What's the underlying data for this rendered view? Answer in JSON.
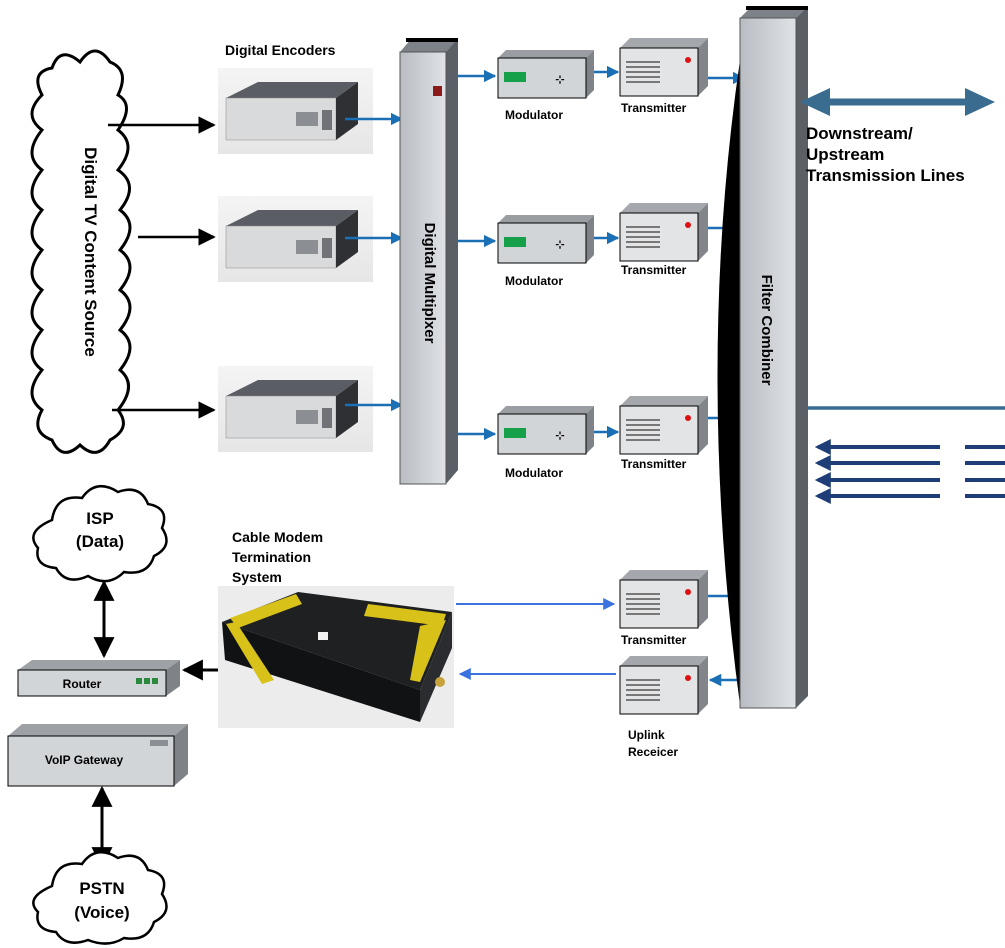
{
  "labels": {
    "digital_encoders": "Digital Encoders",
    "content_source": "Digital TV Content Source",
    "multiplexer": "Digital Multiplxer",
    "filter_combiner": "Filter Combiner",
    "modulator": "Modulator",
    "transmitter": "Transmitter",
    "uplink_line1": "Uplink",
    "uplink_line2": "Receicer",
    "transmission_line1": "Downstream/",
    "transmission_line2": "Upstream",
    "transmission_line3": "Transmission Lines",
    "cmts_line1": "Cable Modem",
    "cmts_line2": "Termination",
    "cmts_line3": "System",
    "isp_line1": "ISP",
    "isp_line2": "(Data)",
    "router": "Router",
    "voip": "VoIP Gateway",
    "pstn_line1": "PSTN",
    "pstn_line2": "(Voice)"
  },
  "colors": {
    "arrow_blue": "#1b6fb4",
    "cmts_arrow": "#3a73e0",
    "transmission_line": "#3a6c8f",
    "upstream_lines": "#1f3e77",
    "device_gray": "#c8ccd1",
    "encoder_dark": "#3c3f44"
  }
}
